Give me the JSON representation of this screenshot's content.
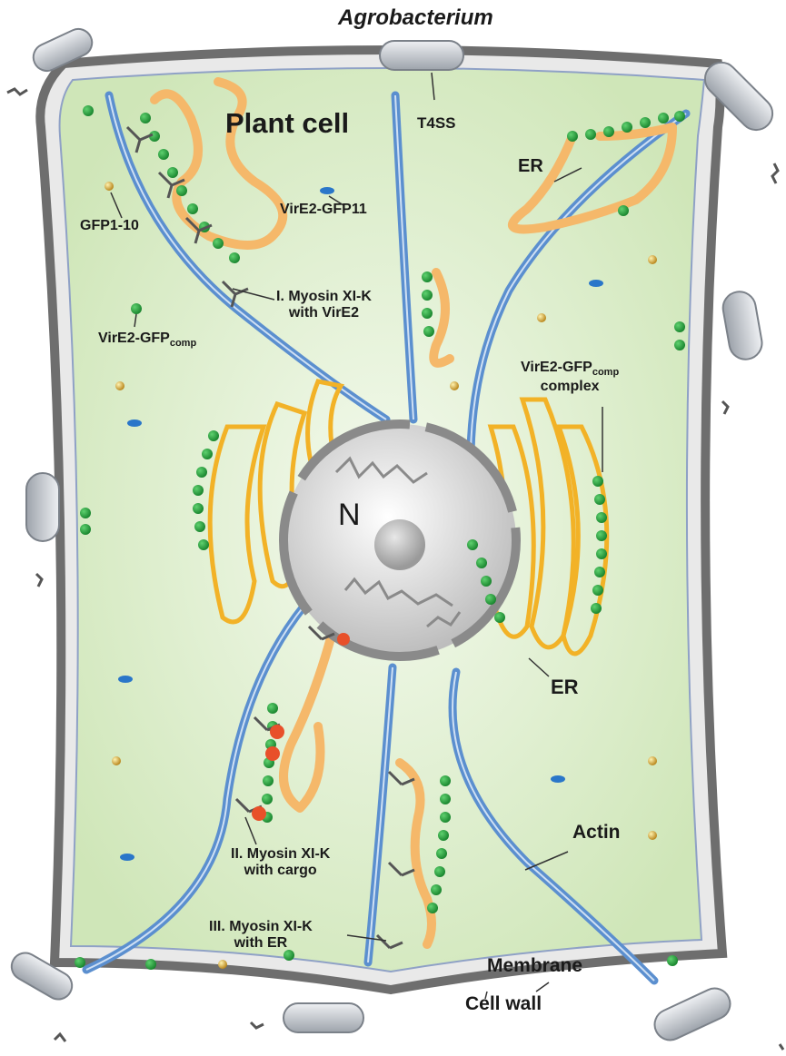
{
  "labels": {
    "agrobacterium": "Agrobacterium",
    "plant_cell": "Plant cell",
    "t4ss": "T4SS",
    "er_top": "ER",
    "gfp1_10": "GFP1-10",
    "vire2_gfp11": "VirE2-GFP11",
    "myosin_vire2_line1": "I. Myosin XI-K",
    "myosin_vire2_line2": "with VirE2",
    "vire2_gfpcomp_main": "VirE2-GFP",
    "vire2_gfpcomp_sub": "comp",
    "complex_line1_main": "VirE2-GFP",
    "complex_line1_sub": "comp",
    "complex_line2": "complex",
    "nucleus": "N",
    "er_bottom": "ER",
    "actin": "Actin",
    "myosin_cargo_line1": "II. Myosin XI-K",
    "myosin_cargo_line2": "with cargo",
    "myosin_er_line1": "III. Myosin XI-K",
    "myosin_er_line2": "with ER",
    "membrane": "Membrane",
    "cell_wall": "Cell wall"
  },
  "colors": {
    "cytoplasm_light": "#f4faee",
    "cytoplasm_dark": "#cfe6b8",
    "cell_wall": "#6e6e6e",
    "actin": "#5b8fcf",
    "er_orange": "#f5b86a",
    "er_yellow": "#f2b227",
    "gfp_green": "#21a33a",
    "gfp1_10_gold": "#d9a21e",
    "vire2_blue": "#2a76c9",
    "myosin_cargo_red": "#e8502a",
    "bacterium_gray": "#c8ccd2"
  }
}
